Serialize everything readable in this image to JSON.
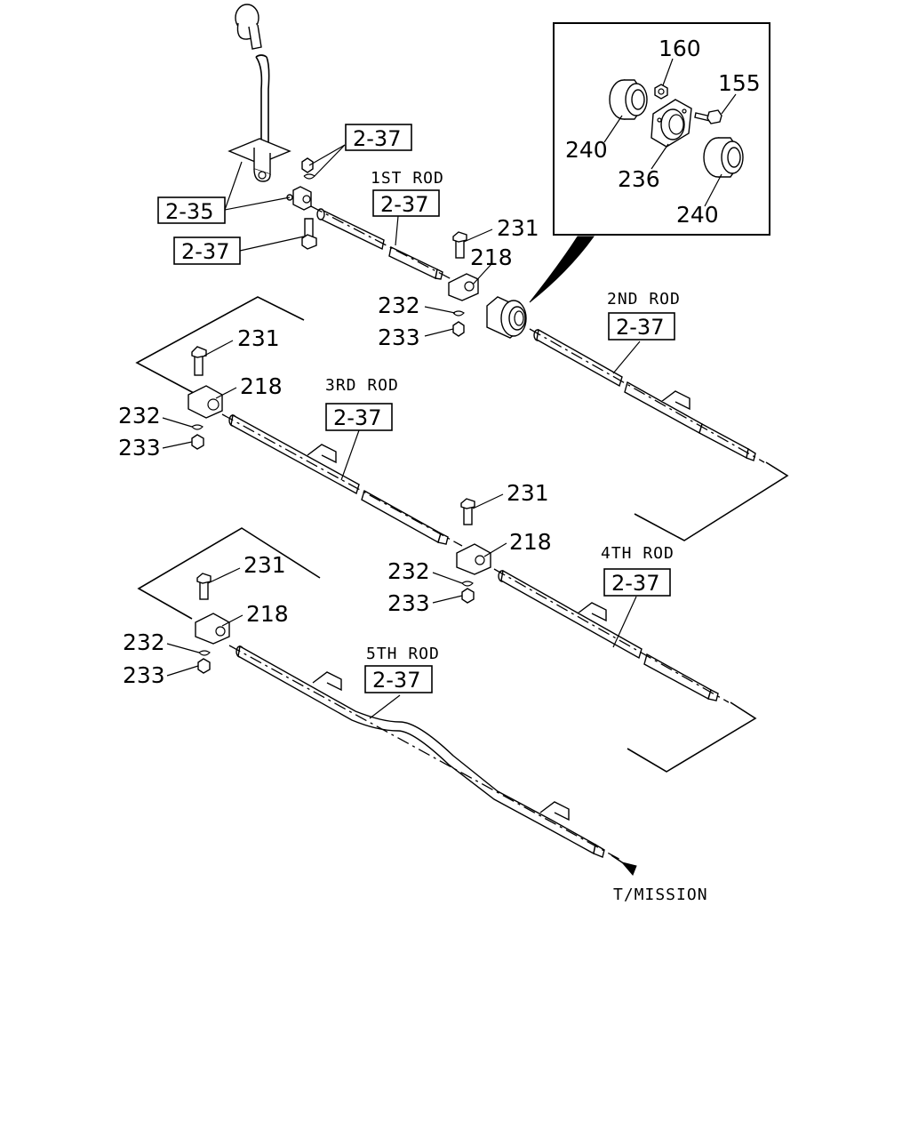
{
  "rods": {
    "first": "1ST ROD",
    "second": "2ND ROD",
    "third": "3RD ROD",
    "fourth": "4TH ROD",
    "fifth": "5TH ROD"
  },
  "refs": {
    "r_2_37": "2-37",
    "r_2_35": "2-35"
  },
  "parts": {
    "p155": "155",
    "p160": "160",
    "p218": "218",
    "p231": "231",
    "p232": "232",
    "p233": "233",
    "p236": "236",
    "p240": "240"
  },
  "destination": "T/MISSION"
}
